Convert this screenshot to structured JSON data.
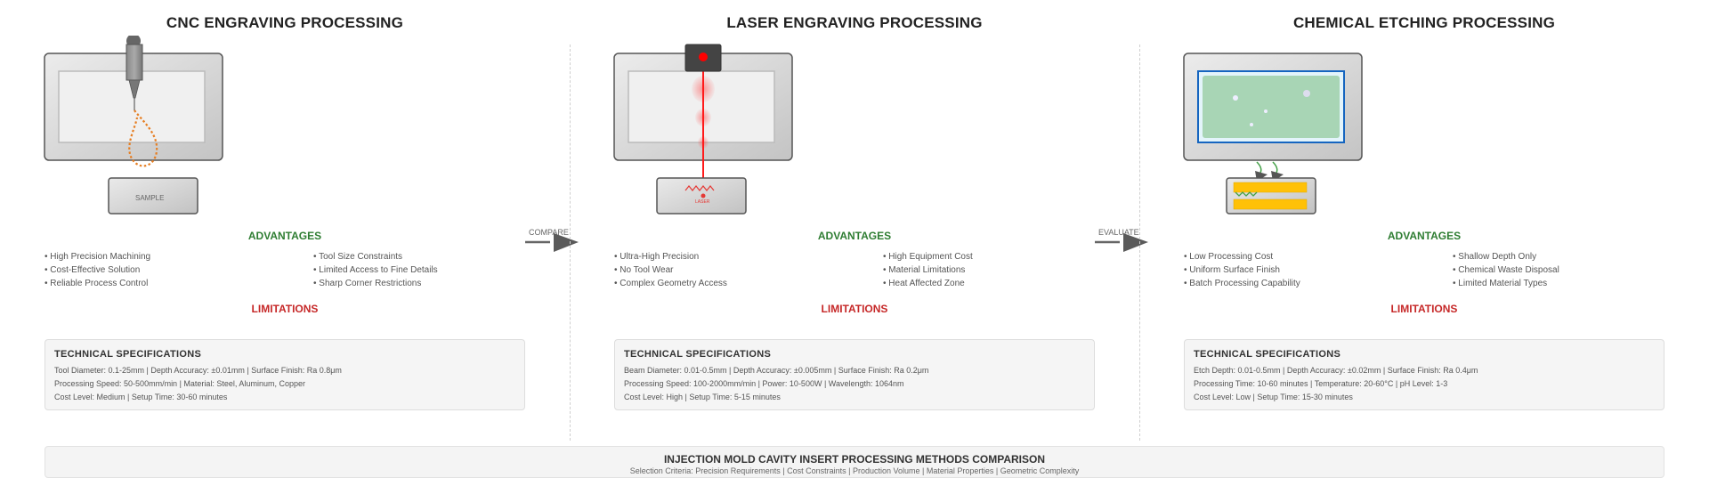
{
  "panels": [
    {
      "title": "CNC ENGRAVING PROCESSING",
      "illustration": {
        "label": "SAMPLE",
        "tool": "cnc-spindle",
        "path_color": "#e67e22"
      },
      "advantages_heading": "ADVANTAGES",
      "limitations_heading": "LIMITATIONS",
      "advantages": [
        "• High Precision Machining",
        "• Cost-Effective Solution",
        "• Reliable Process Control"
      ],
      "limitations": [
        "• Tool Size Constraints",
        "• Limited Access to Fine Details",
        "• Sharp Corner Restrictions"
      ],
      "specs": {
        "title": "TECHNICAL SPECIFICATIONS",
        "lines": [
          "Tool Diameter: 0.1-25mm | Depth Accuracy: ±0.01mm | Surface Finish: Ra 0.8μm",
          "Processing Speed: 50-500mm/min | Material: Steel, Aluminum, Copper",
          "Cost Level: Medium | Setup Time: 30-60 minutes"
        ]
      }
    },
    {
      "title": "LASER ENGRAVING PROCESSING",
      "illustration": {
        "label": "LASER",
        "tool": "laser-head",
        "beam_color": "#ff1a1a"
      },
      "advantages_heading": "ADVANTAGES",
      "limitations_heading": "LIMITATIONS",
      "advantages": [
        "• Ultra-High Precision",
        "• No Tool Wear",
        "• Complex Geometry Access"
      ],
      "limitations": [
        "• High Equipment Cost",
        "• Material Limitations",
        "• Heat Affected Zone"
      ],
      "specs": {
        "title": "TECHNICAL SPECIFICATIONS",
        "lines": [
          "Beam Diameter: 0.01-0.5mm | Depth Accuracy: ±0.005mm | Surface Finish: Ra 0.2μm",
          "Processing Speed: 100-2000mm/min | Power: 10-500W | Wavelength: 1064nm",
          "Cost Level: High | Setup Time: 5-15 minutes"
        ]
      }
    },
    {
      "title": "CHEMICAL ETCHING PROCESSING",
      "illustration": {
        "tool": "etch-bath",
        "bath_color": "#a8d5b5",
        "tank_color": "#ffc107"
      },
      "advantages_heading": "ADVANTAGES",
      "limitations_heading": "LIMITATIONS",
      "advantages": [
        "• Low Processing Cost",
        "• Uniform Surface Finish",
        "• Batch Processing Capability"
      ],
      "limitations": [
        "• Shallow Depth Only",
        "• Chemical Waste Disposal",
        "• Limited Material Types"
      ],
      "specs": {
        "title": "TECHNICAL SPECIFICATIONS",
        "lines": [
          "Etch Depth: 0.01-0.5mm | Depth Accuracy: ±0.02mm | Surface Finish: Ra 0.4μm",
          "Processing Time: 10-60 minutes | Temperature: 20-60°C | pH Level: 1-3",
          "Cost Level: Low | Setup Time: 15-30 minutes"
        ]
      }
    }
  ],
  "flows": [
    {
      "label": "COMPARE"
    },
    {
      "label": "EVALUATE"
    }
  ],
  "footer": {
    "title": "INJECTION MOLD CAVITY INSERT PROCESSING METHODS COMPARISON",
    "subtitle": "Selection Criteria: Precision Requirements | Cost Constraints | Production Volume | Material Properties | Geometric Complexity"
  },
  "colors": {
    "advantages": "#2e7d32",
    "limitations": "#c62828",
    "laser": "#ff1a1a",
    "cnc_path": "#e67e22",
    "etch_bath": "#a8d5b5",
    "etch_border": "#1565c0",
    "tank": "#ffc107"
  }
}
